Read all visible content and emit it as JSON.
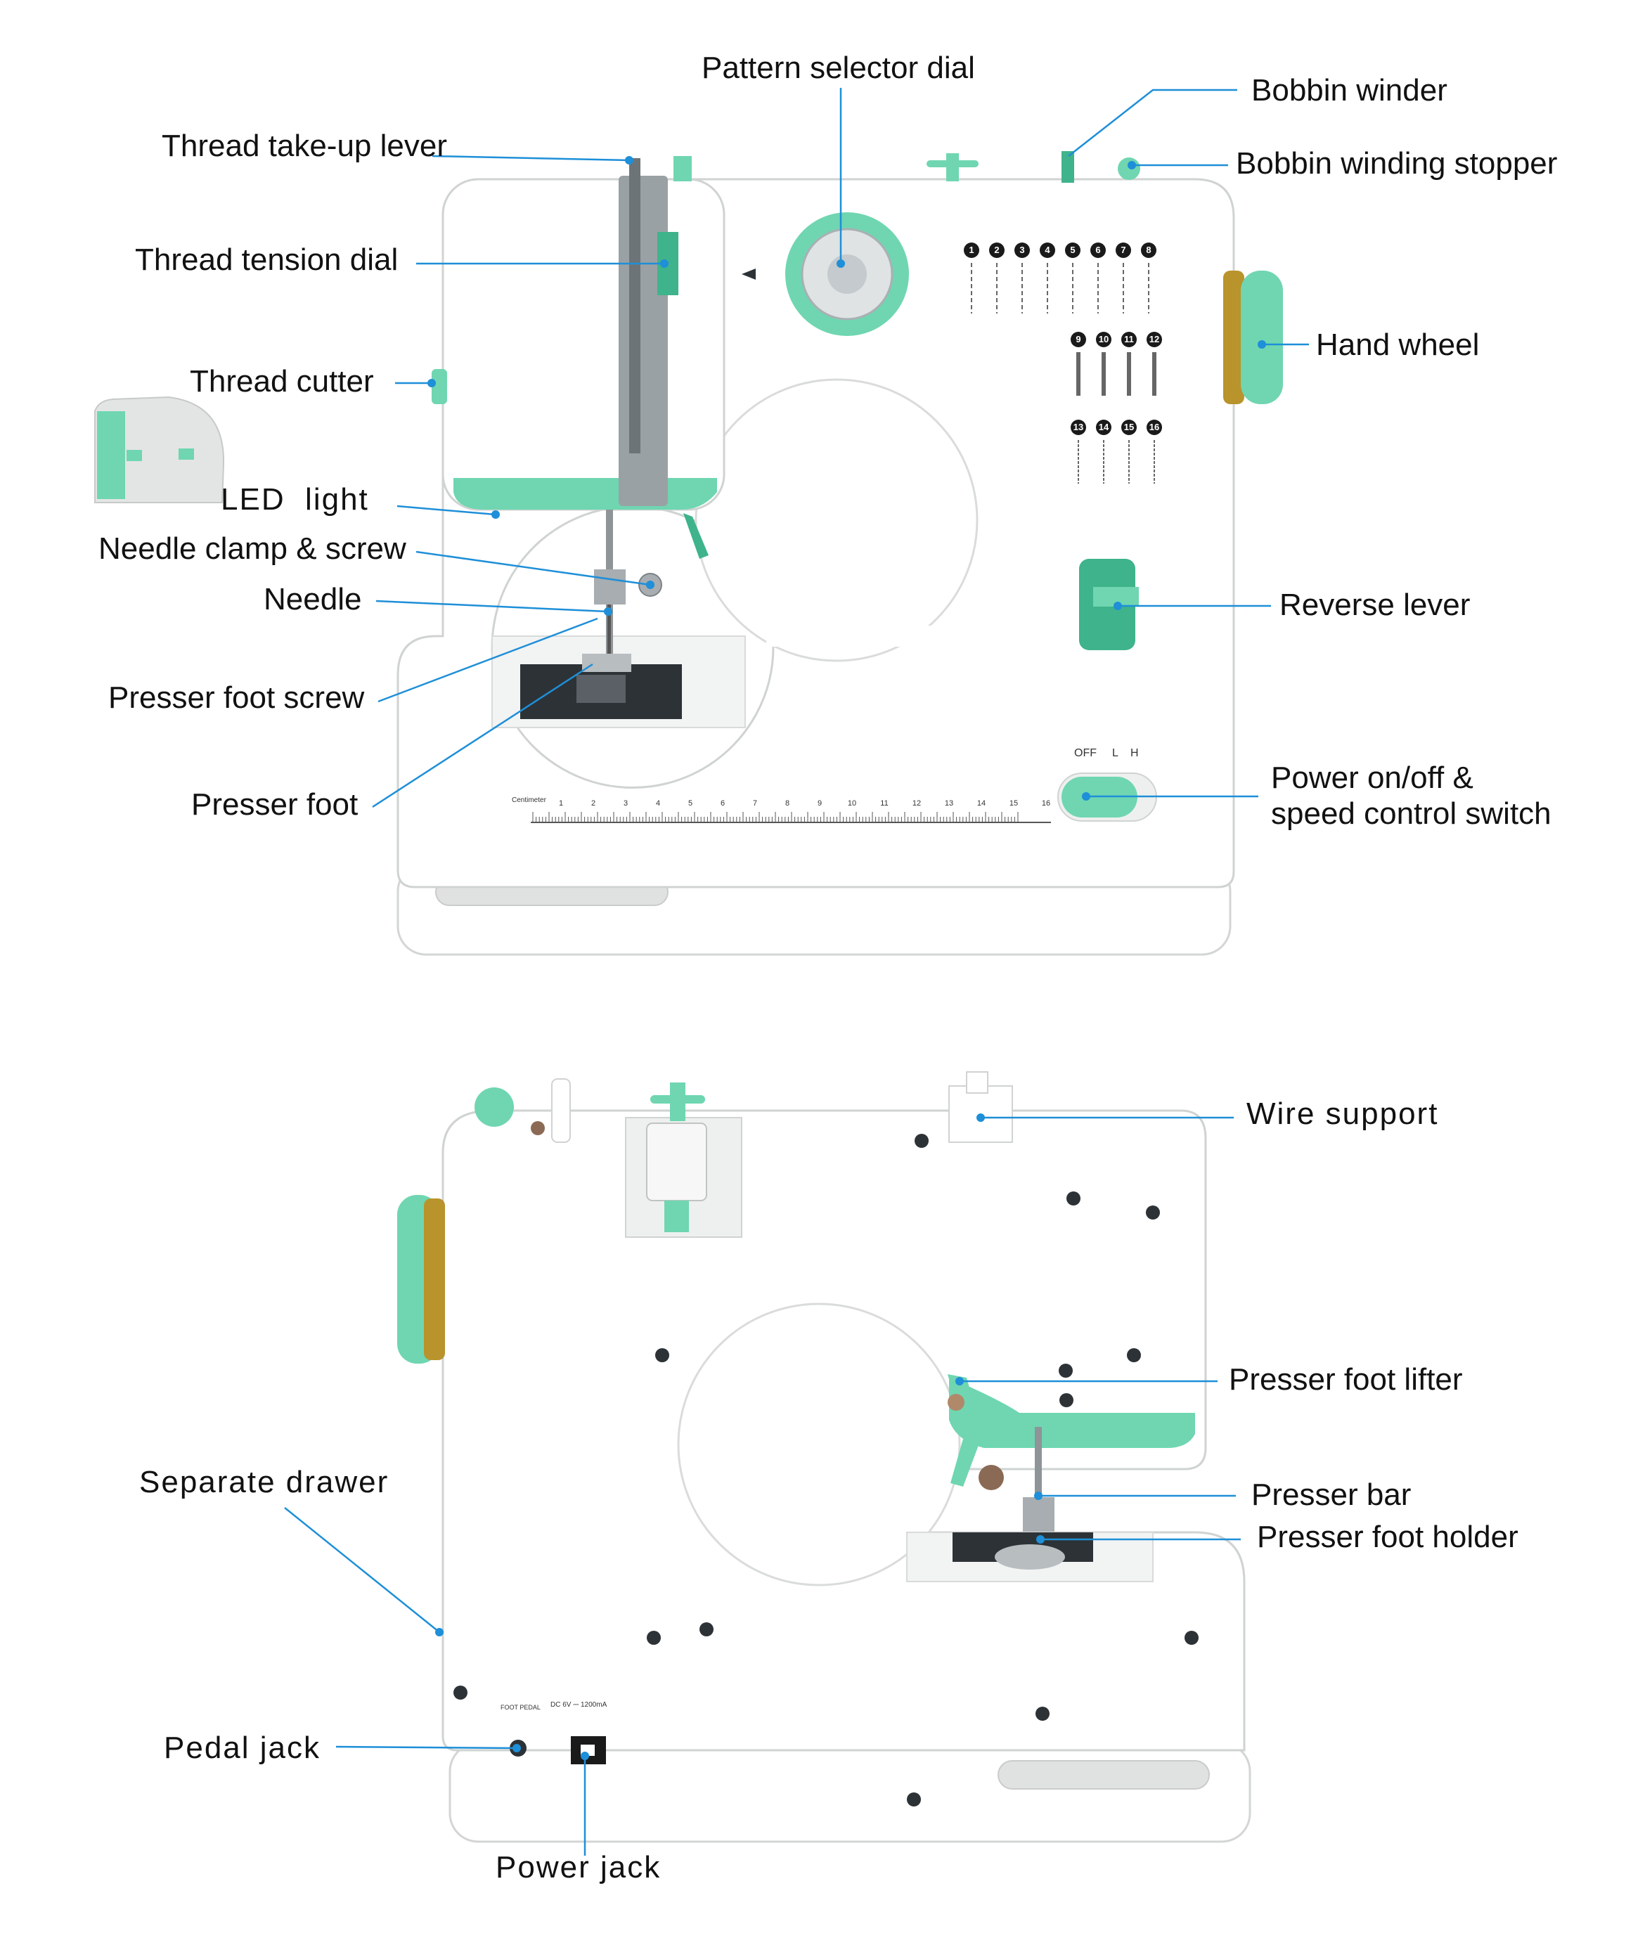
{
  "colors": {
    "accent": "#6fd6b1",
    "accent_dark": "#3fb38b",
    "leader": "#1e8fd8",
    "body": "#ffffff",
    "shade": "#e6e8e7",
    "gold": "#b9932b",
    "text": "#111111"
  },
  "front_labels": {
    "pattern_selector_dial": "Pattern selector dial",
    "bobbin_winder": "Bobbin winder",
    "thread_take_up_lever": "Thread take-up lever",
    "bobbin_winding_stopper": "Bobbin winding stopper",
    "thread_tension_dial": "Thread tension dial",
    "hand_wheel": "Hand wheel",
    "thread_cutter": "Thread cutter",
    "led_light": "LED  light",
    "needle_clamp_screw": "Needle clamp & screw",
    "needle": "Needle",
    "reverse_lever": "Reverse lever",
    "presser_foot_screw": "Presser foot screw",
    "power_switch_line1": "Power on/off &",
    "power_switch_line2": "speed control switch",
    "presser_foot": "Presser foot"
  },
  "back_labels": {
    "wire_support": "Wire support",
    "presser_foot_lifter": "Presser foot lifter",
    "separate_drawer": "Separate drawer",
    "presser_bar": "Presser bar",
    "presser_foot_holder": "Presser foot holder",
    "pedal_jack": "Pedal jack",
    "power_jack": "Power jack"
  },
  "machine_markings": {
    "switch_off": "OFF",
    "switch_l": "L",
    "switch_h": "H",
    "ruler_title": "Centimeter",
    "ruler_numbers": [
      "1",
      "2",
      "3",
      "4",
      "5",
      "6",
      "7",
      "8",
      "9",
      "10",
      "11",
      "12",
      "13",
      "14",
      "15",
      "16"
    ],
    "pattern_numbers": [
      "1",
      "2",
      "3",
      "4",
      "5",
      "6",
      "7",
      "8",
      "9",
      "10",
      "11",
      "12",
      "13",
      "14",
      "15",
      "16"
    ],
    "foot_pedal": "FOOT PEDAL",
    "power_rating": "DC 6V ⎓ 1200mA"
  }
}
